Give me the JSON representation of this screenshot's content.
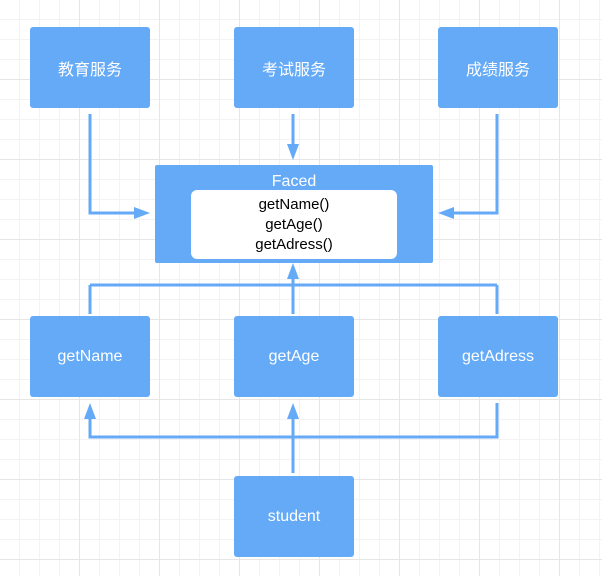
{
  "services": [
    {
      "label": "教育服务"
    },
    {
      "label": "考试服务"
    },
    {
      "label": "成绩服务"
    }
  ],
  "facade": {
    "title": "Faced",
    "methods": [
      "getName()",
      "getAge()",
      "getAdress()"
    ]
  },
  "methods": [
    {
      "label": "getName"
    },
    {
      "label": "getAge"
    },
    {
      "label": "getAdress"
    }
  ],
  "client": {
    "label": "student"
  },
  "colors": {
    "node_fill": "#64aaf7",
    "connector": "#64aaf7",
    "text": "#ffffff"
  }
}
